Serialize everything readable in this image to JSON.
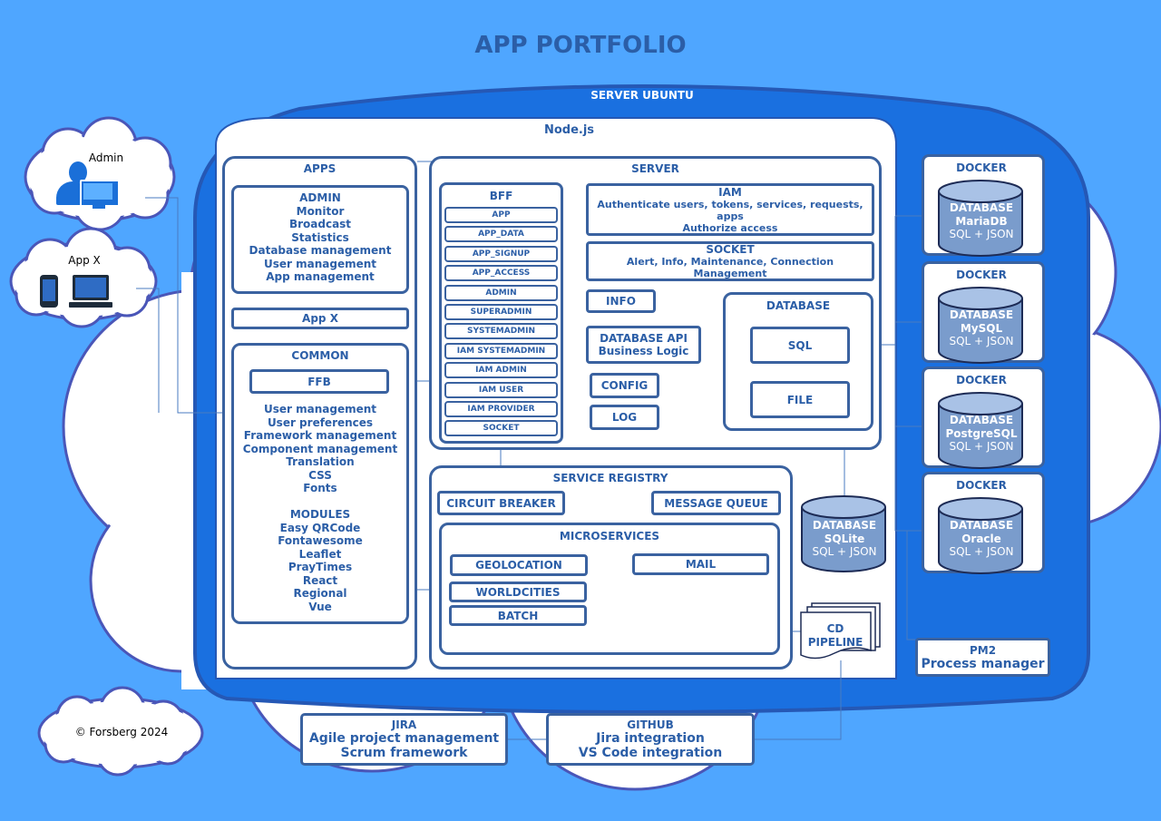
{
  "title": "APP PORTFOLIO",
  "server": {
    "label": "SERVER UBUNTU",
    "node_label": "Node.js"
  },
  "clients": {
    "admin": "Admin",
    "appx": "App X",
    "copyright": "© Forsberg 2024"
  },
  "apps": {
    "title": "APPS",
    "admin_lines": [
      "ADMIN",
      "Monitor",
      "Broadcast",
      "Statistics",
      "Database management",
      "User management",
      "App management"
    ],
    "appx": "App X",
    "common_title": "COMMON",
    "ffb": "FFB",
    "common_lines": [
      "User management",
      "User preferences",
      "Framework management",
      "Component management",
      "Translation",
      "CSS",
      "Fonts"
    ],
    "modules_title": "MODULES",
    "modules": [
      "Easy QRCode",
      "Fontawesome",
      "Leaflet",
      "PrayTimes",
      "React",
      "Regional",
      "Vue"
    ]
  },
  "server_panel": {
    "title": "SERVER",
    "bff_title": "BFF",
    "bff_items": [
      "APP",
      "APP_DATA",
      "APP_SIGNUP",
      "APP_ACCESS",
      "ADMIN",
      "SUPERADMIN",
      "SYSTEMADMIN",
      "IAM SYSTEMADMIN",
      "IAM ADMIN",
      "IAM USER",
      "IAM PROVIDER",
      "SOCKET"
    ],
    "iam_title": "IAM",
    "iam_line1": "Authenticate users, tokens, services, requests, apps",
    "iam_line2": "Authorize access",
    "socket_title": "SOCKET",
    "socket_line": "Alert, Info, Maintenance, Connection Management",
    "info": "INFO",
    "dbapi_line1": "DATABASE API",
    "dbapi_line2": "Business Logic",
    "config": "CONFIG",
    "log": "LOG",
    "database_title": "DATABASE",
    "sql": "SQL",
    "file": "FILE"
  },
  "service_registry": {
    "title": "SERVICE REGISTRY",
    "circuit_breaker": "CIRCUIT BREAKER",
    "message_queue": "MESSAGE QUEUE",
    "microservices_title": "MICROSERVICES",
    "geolocation": "GEOLOCATION",
    "mail": "MAIL",
    "worldcities": "WORLDCITIES",
    "batch": "BATCH"
  },
  "sqlite": {
    "line1": "DATABASE",
    "line2": "SQLite",
    "line3": "SQL + JSON"
  },
  "cd_pipeline": {
    "line1": "CD",
    "line2": "PIPELINE"
  },
  "dockers": [
    {
      "label": "DOCKER",
      "db": "DATABASE",
      "name": "MariaDB",
      "type": "SQL + JSON"
    },
    {
      "label": "DOCKER",
      "db": "DATABASE",
      "name": "MySQL",
      "type": "SQL + JSON"
    },
    {
      "label": "DOCKER",
      "db": "DATABASE",
      "name": "PostgreSQL",
      "type": "SQL + JSON"
    },
    {
      "label": "DOCKER",
      "db": "DATABASE",
      "name": "Oracle",
      "type": "SQL + JSON"
    }
  ],
  "pm2": {
    "line1": "PM2",
    "line2": "Process manager"
  },
  "jira": {
    "title": "JIRA",
    "line1": "Agile project management",
    "line2": "Scrum framework"
  },
  "github": {
    "title": "GITHUB",
    "line1": "Jira integration",
    "line2": "VS Code integration"
  },
  "colors": {
    "background": "#4fa6ff",
    "server": "#1a70e0",
    "border": "#3a62a0",
    "text": "#2b5ea7",
    "db_fill": "#7a9ccc",
    "cloud": "#ffffff"
  }
}
